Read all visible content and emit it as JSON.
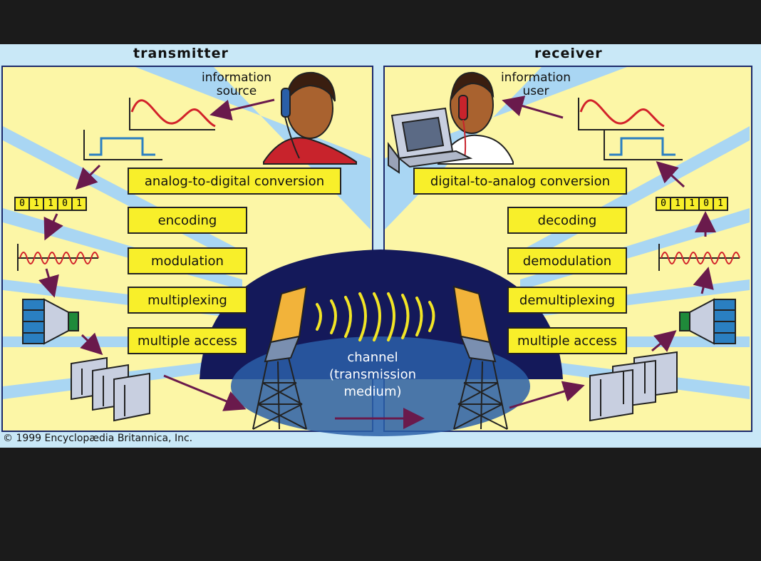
{
  "transmitter": {
    "heading": "transmitter",
    "source_label": "information source",
    "source_line1": "information",
    "source_line2": "source",
    "bits": [
      "0",
      "1",
      "1",
      "0",
      "1"
    ],
    "stages": [
      "analog-to-digital conversion",
      "encoding",
      "modulation",
      "multiplexing",
      "multiple access"
    ]
  },
  "receiver": {
    "heading": "receiver",
    "user_line1": "information",
    "user_line2": "user",
    "bits": [
      "0",
      "1",
      "1",
      "0",
      "1"
    ],
    "stages": [
      "digital-to-analog conversion",
      "decoding",
      "demodulation",
      "demultiplexing",
      "multiple access"
    ]
  },
  "channel": {
    "line1": "channel",
    "line2": "(transmission",
    "line3": "medium)"
  },
  "copyright": "© 1999 Encyclopædia Britannica, Inc.",
  "colors": {
    "panel": "#fcf6a6",
    "box": "#f8ef2a",
    "sky": "#c9e8f7",
    "dome": "#14195a",
    "arrow": "#6a1a4c",
    "wave": "#d2222a",
    "digital": "#2a7fc1"
  }
}
